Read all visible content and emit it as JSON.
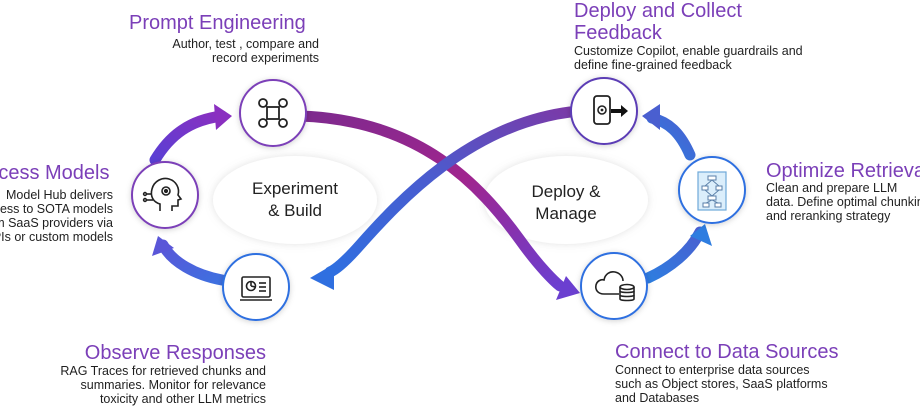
{
  "hubs": {
    "left": {
      "line1": "Experiment",
      "line2": "& Build"
    },
    "right": {
      "line1": "Deploy &",
      "line2": "Manage"
    }
  },
  "stages": {
    "prompt": {
      "title": "Prompt Engineering",
      "desc1": "Author, test , compare and",
      "desc2": "record experiments",
      "icon": "command-key-icon"
    },
    "access": {
      "title": "Access Models",
      "desc1": "Model Hub delivers",
      "desc2": "access to SOTA models",
      "desc3": "from SaaS providers via",
      "desc4": "APIs or custom models",
      "icon": "ai-head-gear-icon"
    },
    "observe": {
      "title": "Observe Responses",
      "desc1": "RAG Traces for retrieved chunks and",
      "desc2": "summaries. Monitor for relevance",
      "desc3": "toxicity  and other LLM metrics",
      "icon": "dashboard-monitor-icon"
    },
    "deploy": {
      "title1": "Deploy and Collect",
      "title2": "Feedback",
      "desc1": "Customize Copilot, enable guardrails and",
      "desc2": "define fine-grained feedback",
      "icon": "phone-settings-arrow-icon"
    },
    "optimize": {
      "title": "Optimize Retrieval",
      "desc1": "Clean and prepare LLM",
      "desc2": "data. Define optimal chunking",
      "desc3": "and reranking strategy",
      "icon": "retrieval-flow-icon"
    },
    "connect": {
      "title": "Connect to Data Sources",
      "desc1": "Connect to enterprise data sources",
      "desc2": "such as Object stores, SaaS platforms",
      "desc3": "and Databases",
      "icon": "cloud-database-icon"
    }
  },
  "colors": {
    "accent_purple": "#7b3fb8",
    "magenta": "#a4218e",
    "blue": "#2f6fe0",
    "icon_ring": "#5b3db5"
  }
}
